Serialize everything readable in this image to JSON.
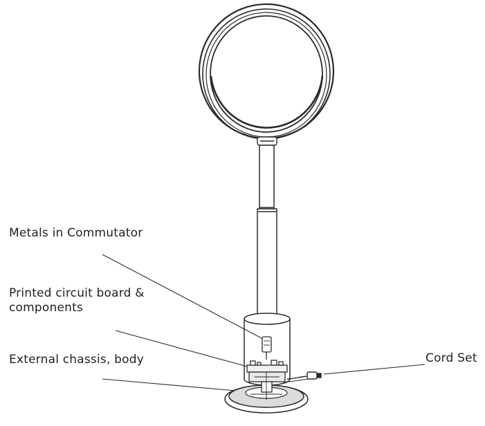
{
  "labels": {
    "metals": "Metals in Commutator",
    "pcb_line1": "Printed circuit board &",
    "pcb_line2": "components",
    "chassis": "External chassis, body",
    "cord": "Cord Set"
  },
  "colors": {
    "line": "#2a2a2a",
    "text": "#222222",
    "background": "#ffffff"
  }
}
